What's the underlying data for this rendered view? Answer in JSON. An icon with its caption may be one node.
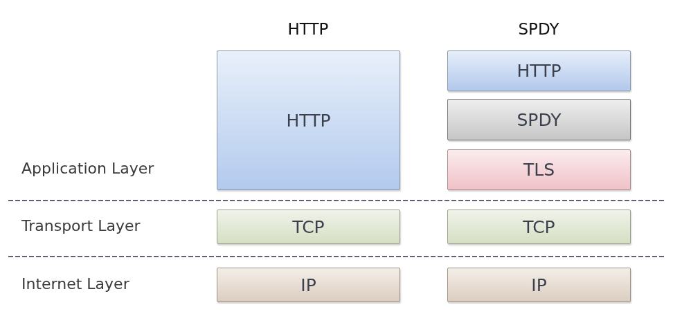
{
  "diagram": {
    "nodes": [
      {
        "text": [
          "HTTP"
        ]
      },
      {
        "text": [
          "HTTP"
        ]
      },
      {
        "text": [
          "SPDY"
        ]
      },
      {
        "text": [
          "TLS"
        ]
      },
      {
        "text": [
          "TCP"
        ]
      },
      {
        "text": [
          "TCP"
        ]
      },
      {
        "text": [
          "IP"
        ]
      },
      {
        "text": [
          "IP"
        ]
      }
    ],
    "edges": [],
    "labels": [
      "HTTP",
      "SPDY",
      "Application Layer",
      "Transport Layer",
      "Internet Layer"
    ]
  }
}
